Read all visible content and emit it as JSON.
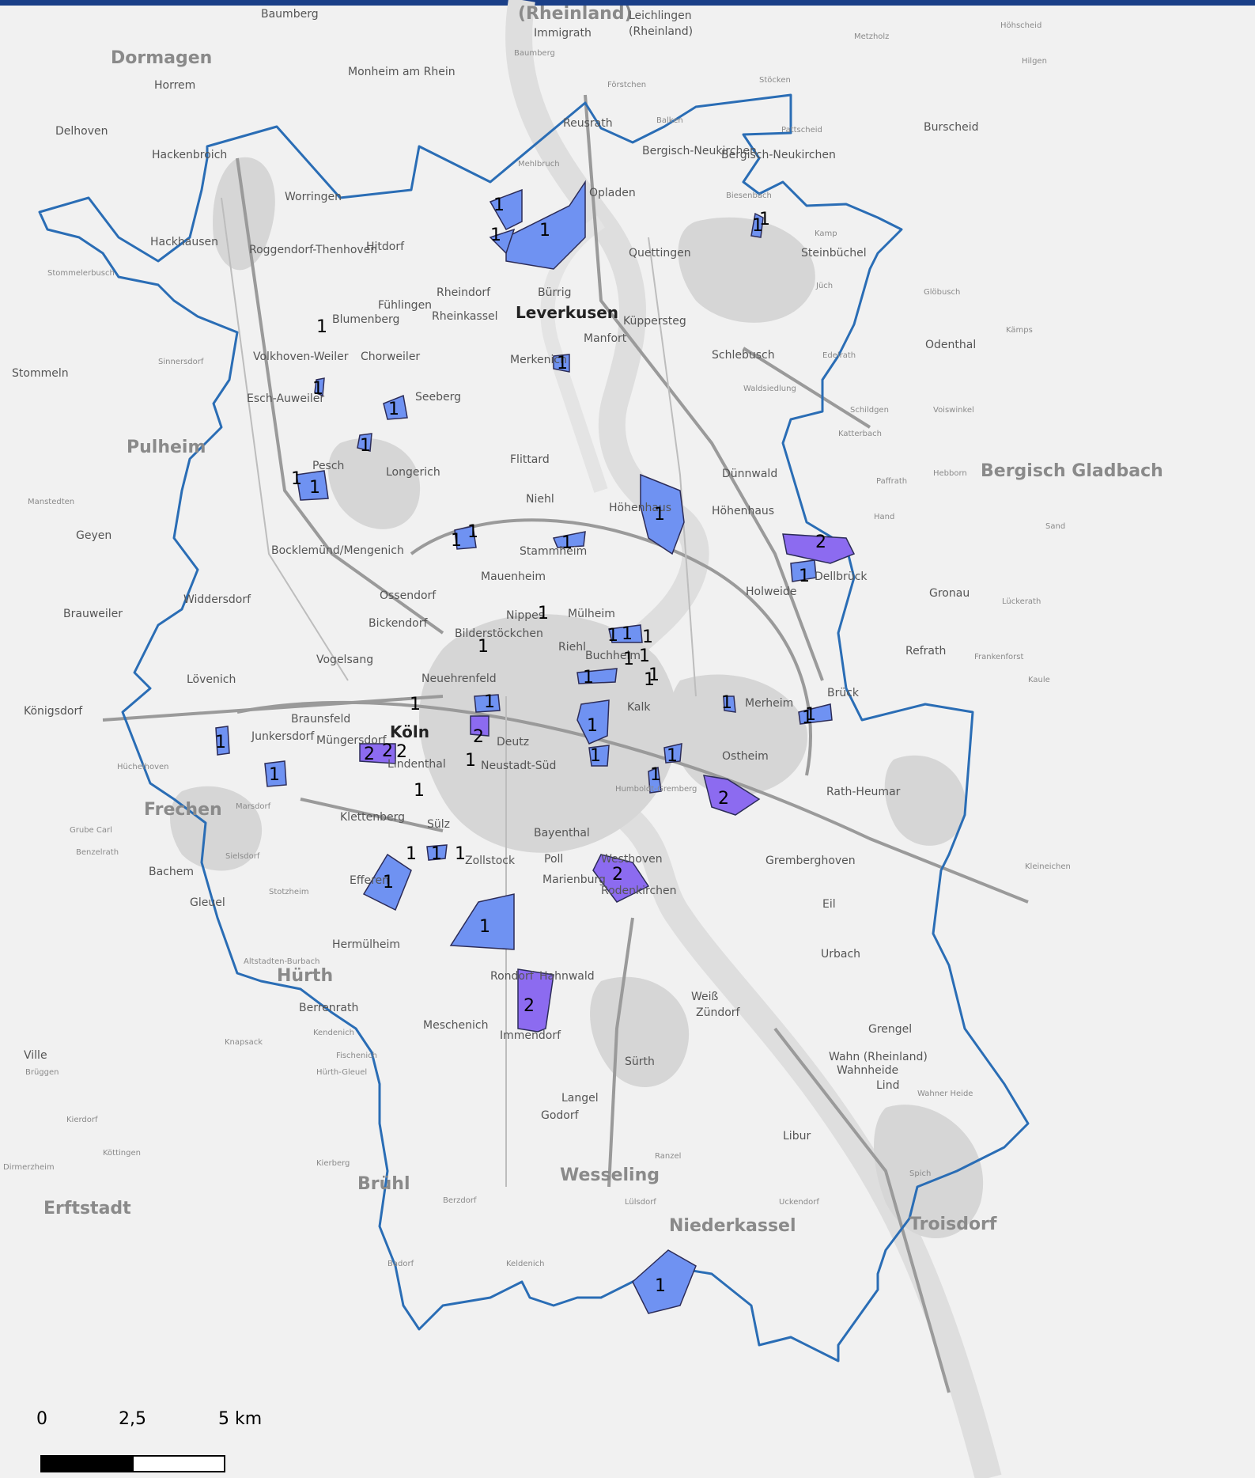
{
  "colors": {
    "background": "#f1f1f1",
    "boundary": "#2a6db5",
    "area_one": "#6f92f2",
    "area_two": "#8c6bf0",
    "top_bar": "#1a3f88"
  },
  "places": {
    "p1": "Dormagen",
    "p2": "Horrem",
    "p3": "Delhoven",
    "p4": "Hackenbroich",
    "p5": "Worringen",
    "p6": "Hackhausen",
    "p7": "Roggendorf-Thenhoven",
    "p8": "Stommelerbusch",
    "p9": "Monheim am Rhein",
    "p10": "Baumberg",
    "p11": "(Rheinland)",
    "p12": "Immigrath",
    "p13": "Leichlingen",
    "p14": "(Rheinland)",
    "p15": "Hitdorf",
    "p16": "Opladen",
    "p17": "Bergisch-Neukirchen",
    "p18": "Bergisch-Neukirchen",
    "p19": "Burscheid",
    "p20": "Quettingen",
    "p21": "Steinbüchel",
    "p22": "Leverkusen",
    "p23": "Rheindorf",
    "p24": "Bürrig",
    "p25": "Rheinkassel",
    "p26": "Küppersteg",
    "p27": "Manfort",
    "p28": "Blumenberg",
    "p29": "Fühlingen",
    "p30": "Chorweiler",
    "p31": "Volkhoven-Weiler",
    "p32": "Esch-Auweiler",
    "p33": "Seeberg",
    "p34": "Merkenich",
    "p35": "Schlebusch",
    "p36": "Odenthal",
    "p37": "Waldsiedlung",
    "p38": "Pulheim",
    "p39": "Stommeln",
    "p40": "Pesch",
    "p41": "Longerich",
    "p42": "Flittard",
    "p43": "Dünnwald",
    "p44": "Bergisch Gladbach",
    "p45": "Niehl",
    "p46": "Höhenhaus",
    "p47": "Höhenhaus",
    "p48": "Stammheim",
    "p49": "Bocklemünd/Mengenich",
    "p50": "Dellbrück",
    "p51": "Mauenheim",
    "p52": "Ossendorf",
    "p53": "Holweide",
    "p54": "Widdersdorf",
    "p55": "Bickendorf",
    "p56": "Nippes",
    "p57": "Mülheim",
    "p58": "Vogelsang",
    "p59": "Bilderstöckchen",
    "p60": "Riehl",
    "p61": "Buchheim",
    "p62": "Lövenich",
    "p63": "Neuehrenfeld",
    "p64": "Kalk",
    "p65": "Merheim",
    "p66": "Brück",
    "p67": "Königsdorf",
    "p68": "Braunsfeld",
    "p69": "Junkersdorf",
    "p70": "Köln",
    "p71": "Müngersdorf",
    "p72": "Deutz",
    "p73": "Lindenthal",
    "p74": "Neustadt-Süd",
    "p75": "Ostheim",
    "p76": "Humboldt-Gremberg",
    "p77": "Rath-Heumar",
    "p78": "Frechen",
    "p79": "Marsdorf",
    "p80": "Klettenberg",
    "p81": "Sülz",
    "p82": "Bayenthal",
    "p83": "Zollstock",
    "p84": "Poll",
    "p85": "Westhoven",
    "p86": "Marienburg",
    "p87": "Rodenkirchen",
    "p88": "Gremberghoven",
    "p89": "Efferen",
    "p90": "Eil",
    "p91": "Hürth",
    "p92": "Urbach",
    "p93": "Rondorf",
    "p94": "Hahnwald",
    "p95": "Weiß",
    "p96": "Zündorf",
    "p97": "Grengel",
    "p98": "Meschenich",
    "p99": "Immendorf",
    "p100": "Wahn (Rheinland)",
    "p101": "Wahnheide",
    "p102": "Sürth",
    "p103": "Lind",
    "p104": "Langel",
    "p105": "Godorf",
    "p106": "Libur",
    "p107": "Brühl",
    "p108": "Wesseling",
    "p109": "Niederkassel",
    "p110": "Troisdorf",
    "p111": "Erftstadt",
    "p112": "Hermülheim",
    "p113": "Berrenrath",
    "p114": "Gleuel",
    "p115": "Bachem",
    "p116": "Kendenich",
    "p117": "Fischenich",
    "p118": "Brauweiler",
    "p119": "Geyen",
    "p120": "Sinnersdorf",
    "p121": "Manstedten",
    "p122": "Hüchelhoven",
    "p123": "Sand",
    "p124": "Refrath",
    "p125": "Gronau",
    "p126": "Lückerath",
    "p127": "Frankenforst",
    "p128": "Kaule",
    "p129": "Hand",
    "p130": "Katterbach",
    "p131": "Paffrath",
    "p132": "Hebborn",
    "p133": "Schildgen",
    "p134": "Voiswinkel",
    "p135": "Glöbusch",
    "p136": "Kämps",
    "p137": "Höhscheid",
    "p138": "Hilgen",
    "p139": "Metzholz",
    "p140": "Balken",
    "p141": "Förstchen",
    "p142": "Stöcken",
    "p143": "Pattscheid",
    "p144": "Biesenbach",
    "p145": "Kamp",
    "p146": "Jüch",
    "p147": "Edelrath",
    "p148": "Kleineichen",
    "p149": "Altstadten-Burbach",
    "p150": "Knapsack",
    "p151": "Hürth-Gleuel",
    "p152": "Kierberg",
    "p153": "Berzdorf",
    "p154": "Keldenich",
    "p155": "Badorf",
    "p156": "Spich",
    "p157": "Uckendorf",
    "p158": "Lülsdorf",
    "p159": "Ranzel",
    "p160": "Dirmerzheim",
    "p161": "Köttingen",
    "p162": "Stotzheim",
    "p163": "Grube Carl",
    "p164": "Benzelrath",
    "p165": "Sielsdorf",
    "p166": "Reusrath",
    "p167": "Mehlbruch",
    "p168": "Baumberg",
    "p169": "Kierdorf",
    "p170": "Brüggen",
    "p171": "Ville",
    "p172": "Wahner Heide"
  },
  "counts": {
    "c1": "1",
    "c2": "1",
    "c3": "1",
    "c4": "1",
    "c5": "1",
    "c6": "1",
    "c7": "1",
    "c8": "1",
    "c9": "1",
    "c10": "1",
    "c11": "1",
    "c12": "1",
    "c13": "1",
    "c14": "1",
    "c15": "2",
    "c16": "1",
    "c17": "1",
    "c18": "1",
    "c19": "1",
    "c20": "1",
    "c21": "1",
    "c22": "1",
    "c23": "1",
    "c24": "1",
    "c25": "1",
    "c26": "1",
    "c27": "1",
    "c28": "1",
    "c29": "2",
    "c30": "1",
    "c31": "1",
    "c32": "1",
    "c33": "2",
    "c34": "2",
    "c35": "2",
    "c36": "1",
    "c37": "1",
    "c38": "1",
    "c39": "1",
    "c40": "1",
    "c41": "1",
    "c42": "1",
    "c43": "1",
    "c44": "2",
    "c45": "1",
    "c46": "1",
    "c47": "1",
    "c48": "2",
    "c49": "1",
    "c50": "2",
    "c51": "1",
    "c52": "1",
    "c53": "1",
    "c54": "1"
  },
  "scale": {
    "zero": "0",
    "mid": "2,5",
    "end": "5 km"
  }
}
